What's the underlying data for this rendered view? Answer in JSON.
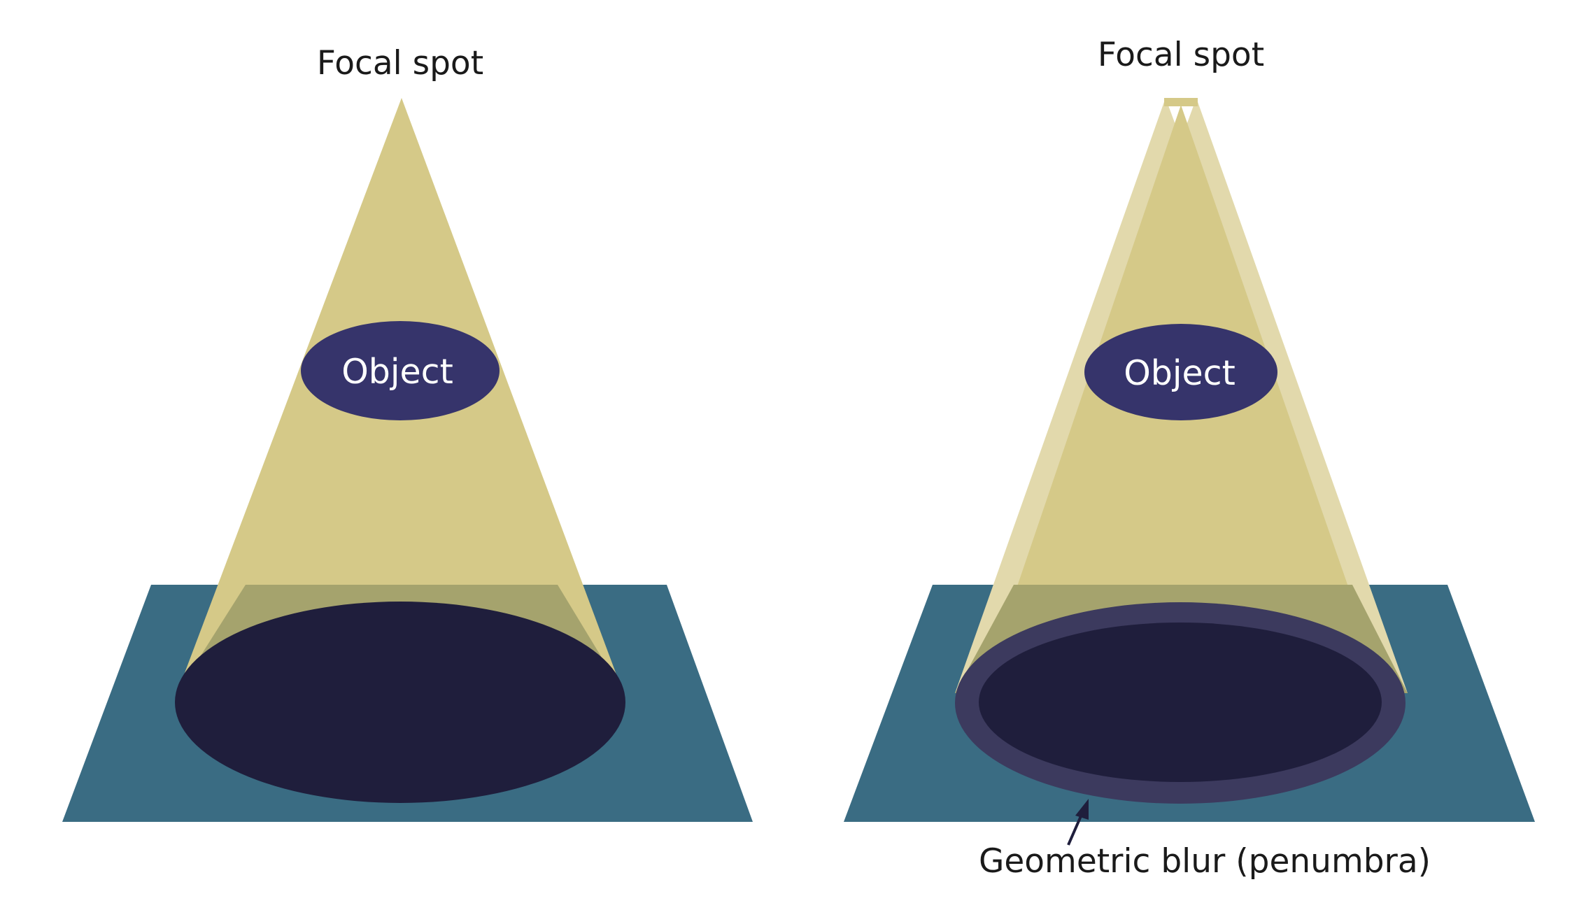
{
  "left_panel": {
    "focal_label": "Focal spot",
    "object_label": "Object"
  },
  "right_panel": {
    "focal_label": "Focal spot",
    "object_label": "Object",
    "penumbra_label": "Geometric blur (penumbra)"
  },
  "colors": {
    "beam": "#d5c988",
    "beam_faint": "#e2d9ac",
    "beam_over_detector": "#a5a36d",
    "detector": "#3a6c83",
    "object": "#36346b",
    "shadow": "#1f1e3c",
    "penumbra": "#3c3a5e",
    "arrow": "#1f1e3c"
  }
}
